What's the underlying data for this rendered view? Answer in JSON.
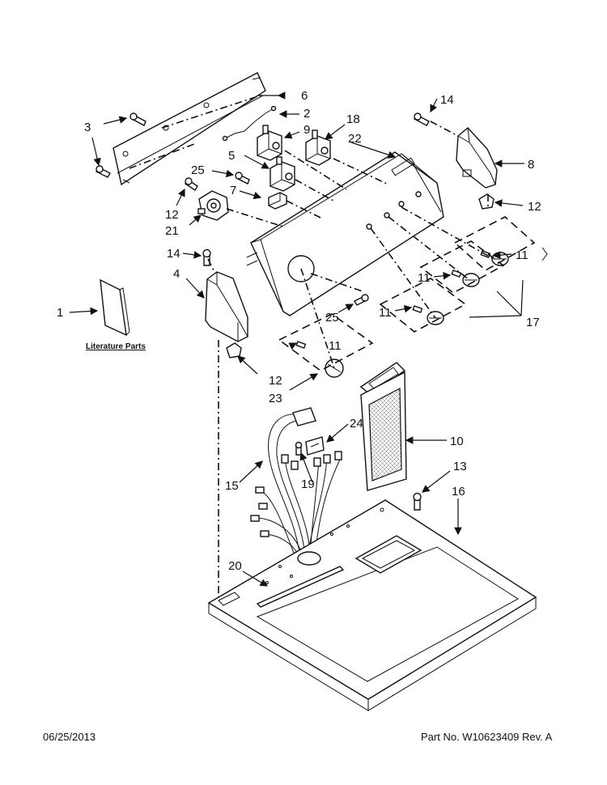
{
  "labels": {
    "p1": "1",
    "p2": "2",
    "p3": "3",
    "p4": "4",
    "p5": "5",
    "p6": "6",
    "p7": "7",
    "p8": "8",
    "p9": "9",
    "p10": "10",
    "p11": "11",
    "p12": "12",
    "p13": "13",
    "p14": "14",
    "p15": "15",
    "p16": "16",
    "p17": "17",
    "p18": "18",
    "p19": "19",
    "p20": "20",
    "p21": "21",
    "p22": "22",
    "p23": "23",
    "p24": "24",
    "p25": "25"
  },
  "literature_label": "Literature Parts",
  "footer": {
    "date": "06/25/2013",
    "part_no": "Part No.  W10623409  Rev.  A"
  }
}
